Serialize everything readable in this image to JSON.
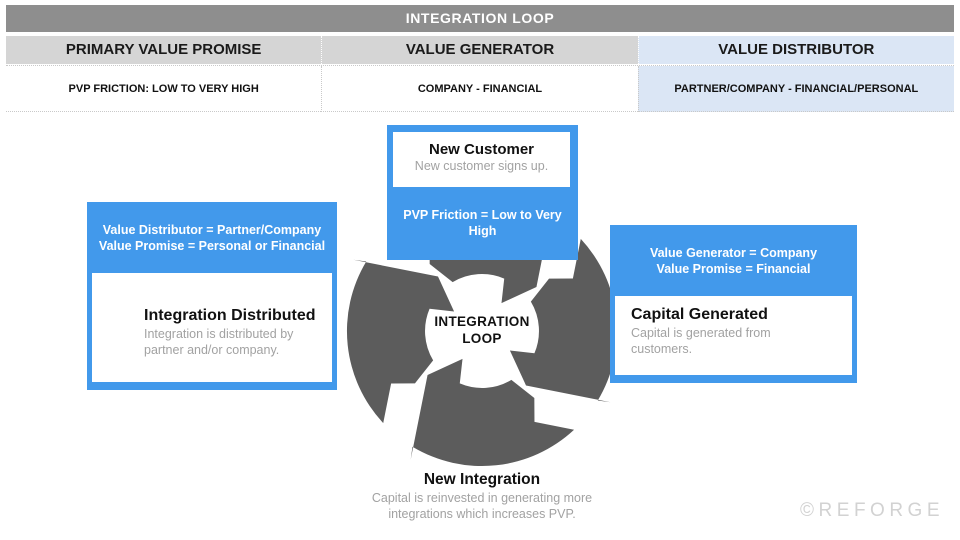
{
  "header": {
    "title": "INTEGRATION LOOP",
    "columns": [
      {
        "label": "PRIMARY VALUE PROMISE",
        "value": "PVP FRICTION: LOW TO VERY HIGH"
      },
      {
        "label": "VALUE GENERATOR",
        "value": "COMPANY - FINANCIAL"
      },
      {
        "label": "VALUE DISTRIBUTOR",
        "value": "PARTNER/COMPANY - FINANCIAL/PERSONAL"
      }
    ]
  },
  "diagram": {
    "center": {
      "line1": "INTEGRATION",
      "line2": "LOOP"
    },
    "top": {
      "title": "New Customer",
      "subtitle": "New customer signs up.",
      "banner": "PVP Friction = Low to Very High"
    },
    "right": {
      "banner_line1": "Value Generator = Company",
      "banner_line2": "Value Promise = Financial",
      "title": "Capital Generated",
      "subtitle": "Capital is generated from customers."
    },
    "left": {
      "banner_line1": "Value Distributor = Partner/Company",
      "banner_line2": "Value Promise = Personal or Financial",
      "title": "Integration Distributed",
      "subtitle": "Integration is distributed by partner and/or company."
    },
    "bottom": {
      "title": "New Integration",
      "subtitle": "Capital is reinvested in generating more integrations which increases PVP."
    }
  },
  "footer": {
    "logo": "©REFORGE"
  },
  "colors": {
    "accent_blue": "#4299eb",
    "loop_gray": "#5c5c5c",
    "header_bar_gray": "#8e8e8e",
    "header_cell_gray": "#d5d5d5",
    "highlight_light_blue": "#dbe6f5",
    "muted_text_gray": "#a2a2a2",
    "logo_gray": "#d2d2d2"
  }
}
